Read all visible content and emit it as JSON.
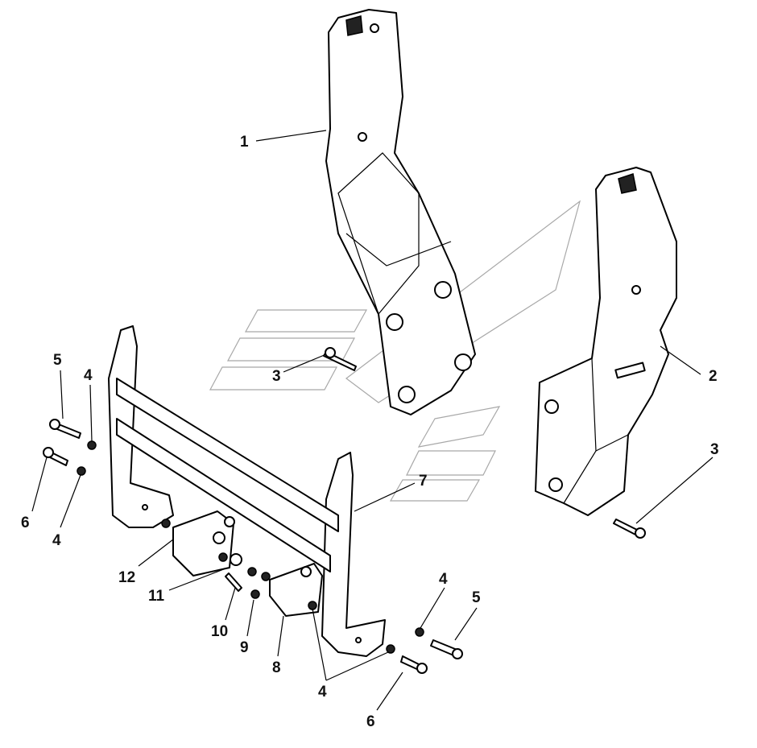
{
  "diagram": {
    "callouts": [
      {
        "id": "c1",
        "label": "1"
      },
      {
        "id": "c2",
        "label": "2"
      },
      {
        "id": "c3a",
        "label": "3"
      },
      {
        "id": "c3b",
        "label": "3"
      },
      {
        "id": "c4a",
        "label": "4"
      },
      {
        "id": "c4b",
        "label": "4"
      },
      {
        "id": "c4c",
        "label": "4"
      },
      {
        "id": "c4d",
        "label": "4"
      },
      {
        "id": "c5a",
        "label": "5"
      },
      {
        "id": "c5b",
        "label": "5"
      },
      {
        "id": "c6a",
        "label": "6"
      },
      {
        "id": "c6b",
        "label": "6"
      },
      {
        "id": "c7",
        "label": "7"
      },
      {
        "id": "c8",
        "label": "8"
      },
      {
        "id": "c9",
        "label": "9"
      },
      {
        "id": "c10",
        "label": "10"
      },
      {
        "id": "c11",
        "label": "11"
      },
      {
        "id": "c12",
        "label": "12"
      }
    ]
  }
}
